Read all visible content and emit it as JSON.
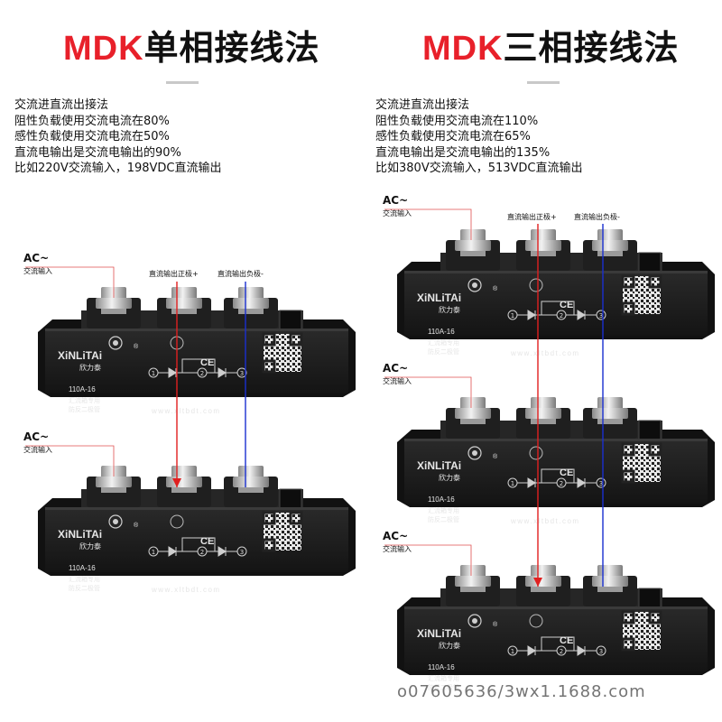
{
  "left": {
    "title_mdk": "MDK",
    "title_cn": "单相接线法",
    "lines": [
      "交流进直流出接法",
      "阻性负载使用交流电流在80%",
      "感性负载使用交流电流在50%",
      "直流电输出是交流电输出的90%",
      "比如220V交流输入，198VDC直流输出"
    ],
    "pos_label": "直流输出正极+",
    "neg_label": "直流输出负极-"
  },
  "right": {
    "title_mdk": "MDK",
    "title_cn": "三相接线法",
    "lines": [
      "交流进直流出接法",
      "阻性负载使用交流电流在110%",
      "感性负载使用交流电流在65%",
      "直流电输出是交流电输出的135%",
      "比如380V交流输入，513VDC直流输出"
    ],
    "pos_label": "直流输出正极+",
    "neg_label": "直流输出负极-"
  },
  "ac_label": "AC~",
  "ac_sub": "交流输入",
  "module": {
    "brand": "XiNLiTAi",
    "brand_cn": "欣力泰",
    "model": "110A-16",
    "desc1": "汇流箱专用",
    "desc2": "防反二极管",
    "url": "www.xltbdt.com",
    "ce": "CE",
    "pin1": "1",
    "pin2": "2",
    "pin3": "3",
    "reg": "®"
  },
  "watermark": "o07605636/3wx1.1688.com",
  "colors": {
    "accent": "#e8202a",
    "pos_wire": "#e02020",
    "neg_wire": "#1a2fd0",
    "body": "#1d1d1d"
  }
}
